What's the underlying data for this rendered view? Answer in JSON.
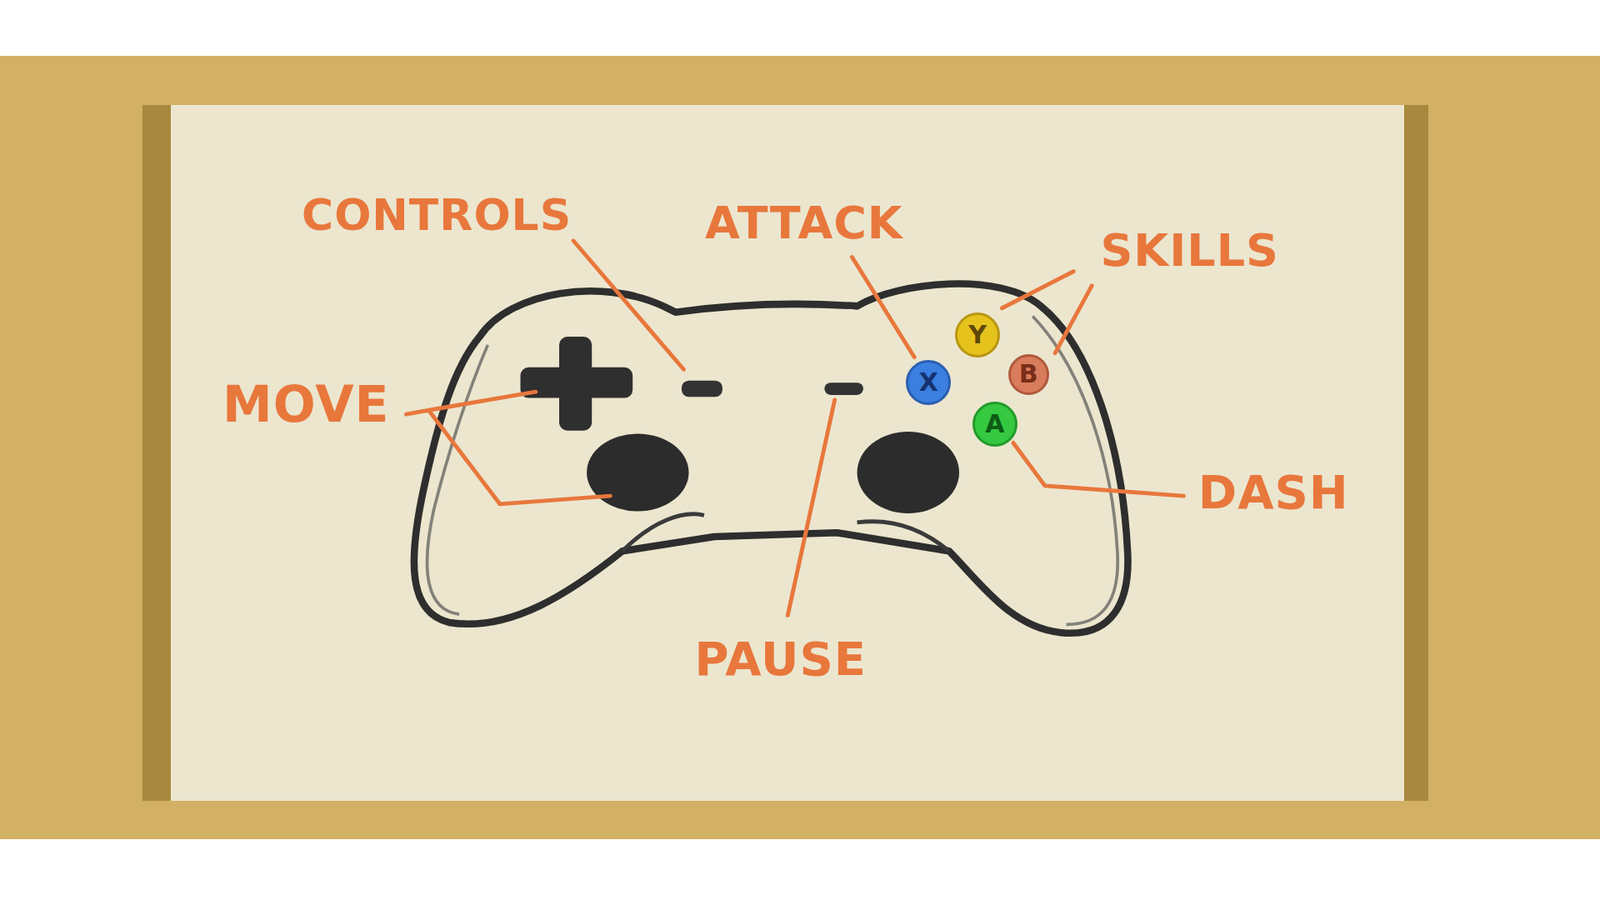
{
  "diagram": {
    "nodes": [
      {
        "text": [
          "Y"
        ]
      },
      {
        "text": [
          "X"
        ]
      },
      {
        "text": [
          "B"
        ]
      },
      {
        "text": [
          "A"
        ]
      }
    ],
    "labels": [
      "CONTROLS",
      "ATTACK",
      "SKILLS",
      "MOVE",
      "DASH",
      "PAUSE"
    ]
  }
}
